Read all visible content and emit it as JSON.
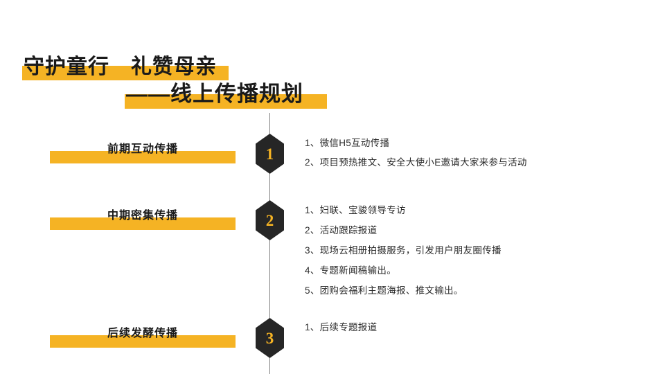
{
  "slide": {
    "background_color": "#ffffff",
    "accent_color": "#f5b324",
    "badge_color": "#262626",
    "text_color": "#2b2b2b",
    "spine_color": "#7d7d7d"
  },
  "title": {
    "line1": "守护童行　礼赞母亲",
    "line2": "——线上传播规划"
  },
  "stages": [
    {
      "number": "1",
      "label": "前期互动传播",
      "items": [
        "1、微信H5互动传播",
        "2、项目预热推文、安全大使小E邀请大家来参与活动"
      ]
    },
    {
      "number": "2",
      "label": "中期密集传播",
      "items": [
        "1、妇联、宝骏领导专访",
        "2、活动跟踪报道",
        "3、现场云相册拍摄服务，引发用户朋友圈传播",
        "4、专题新闻稿输出。",
        "5、团购会福利主题海报、推文输出。"
      ]
    },
    {
      "number": "3",
      "label": "后续发酵传播",
      "items": [
        "1、后续专题报道"
      ]
    }
  ]
}
